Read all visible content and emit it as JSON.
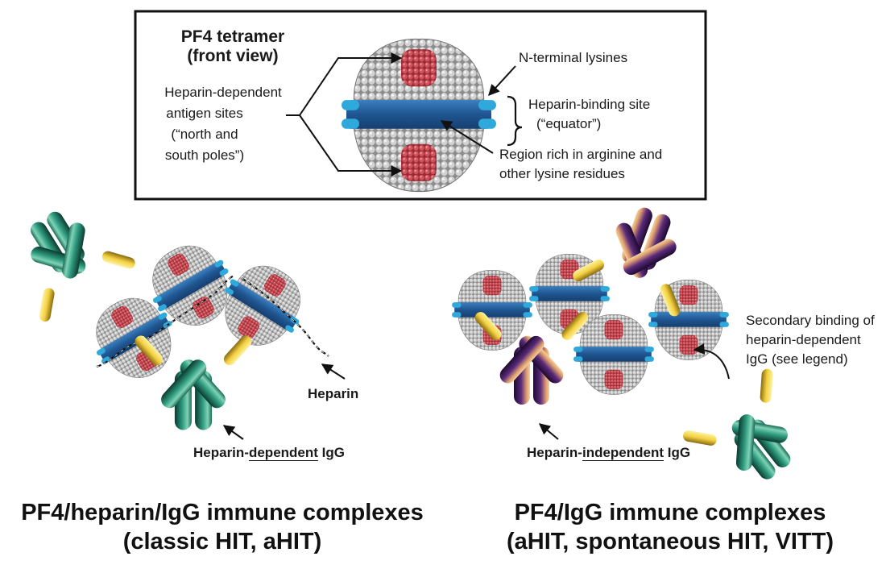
{
  "inset": {
    "title_line1": "PF4 tetramer",
    "title_line2": "(front view)",
    "antigen_line1": "Heparin-dependent",
    "antigen_line2": "antigen sites",
    "antigen_line3": "(“north and",
    "antigen_line4": "south poles”)",
    "n_terminal": "N-terminal lysines",
    "binding_line1": "Heparin-binding site",
    "binding_line2": "(“equator”)",
    "arginine_line1": "Region rich in arginine and",
    "arginine_line2": "other lysine residues"
  },
  "left_panel": {
    "heparin_label": "Heparin",
    "igg_prefix": "Heparin-",
    "igg_emph": "dependent",
    "igg_suffix": " IgG",
    "title_line1": "PF4/heparin/IgG immune complexes",
    "title_line2": "(classic HIT, aHIT)"
  },
  "right_panel": {
    "secondary_line1": "Secondary binding of",
    "secondary_line2": "heparin-dependent",
    "secondary_line3": "IgG (see legend)",
    "igg_prefix": "Heparin-",
    "igg_emph": "independent",
    "igg_suffix": " IgG",
    "title_line1": "PF4/IgG immune complexes",
    "title_line2": "(aHIT, spontaneous HIT, VITT)"
  },
  "colors": {
    "pf4_gray": "#9a9a9a",
    "antigen_red": "#c0404a",
    "equator_blue": "#245f9e",
    "lysine_cyan": "#2fa9dc",
    "igg_teal": "#2e9a7e",
    "igg_purple": "#5a2a7a",
    "igg_gold": "#e8c23a"
  }
}
